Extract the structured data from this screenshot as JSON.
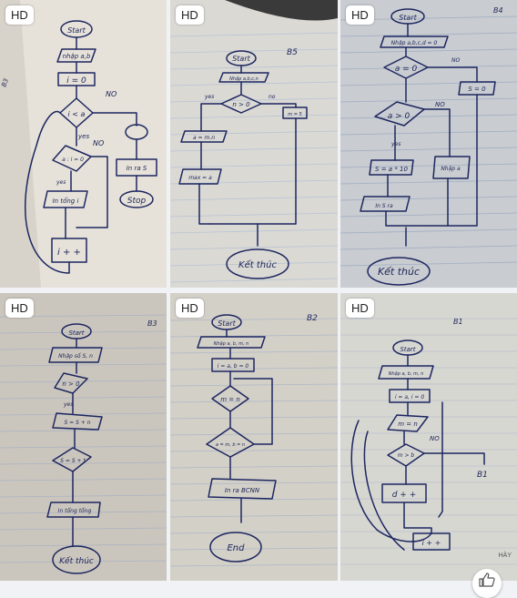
{
  "badge_label": "HD",
  "tiles": [
    {
      "badge": "HD",
      "texts": {
        "start": "Start",
        "input": "nhập a,b",
        "init": "i = 0",
        "cond": "i < a",
        "no": "NO",
        "yes": "yes",
        "check": "a : i = 0",
        "no2": "NO",
        "yes2": "yes",
        "out": "In tổng i",
        "out_right": "In ra S",
        "stop": "Stop",
        "inc": "i + +",
        "margin_code": "B3"
      }
    },
    {
      "badge": "HD",
      "texts": {
        "tag": "B5",
        "start": "Start",
        "input": "Nhập a,b,c,n",
        "cond": "n > 0",
        "yes": "yes",
        "no": "no",
        "assign1": "a = m.n",
        "assign_right": "m = 5",
        "assign2": "max = a",
        "end": "Kết thúc"
      }
    },
    {
      "badge": "HD",
      "texts": {
        "tag": "B4",
        "start": "Start",
        "input": "Nhập a,b,c,d = 0",
        "cond1": "a = 0",
        "no_right": "NO",
        "assign_right": "S = 0",
        "cond2": "a > 0",
        "no": "NO",
        "yes": "yes",
        "assign_left": "S = a * 10",
        "out_right": "Nhập a",
        "out": "In S ra",
        "end": "Kết thúc"
      }
    },
    {
      "badge": "HD",
      "texts": {
        "tag": "B3",
        "start": "Start",
        "input": "Nhập số S, n",
        "cond": "n > 0",
        "yes": "yes",
        "assign": "S = S + n",
        "sum": "S = S + t",
        "out": "In tổng tổng",
        "end": "Kết thúc"
      }
    },
    {
      "badge": "HD",
      "texts": {
        "tag": "B2",
        "start": "Start",
        "input": "Nhập a, b, m, n",
        "init": "i = a, b = 0",
        "assign": "m = n",
        "cond": "a = m, b = n",
        "out": "In ra BCNN",
        "end": "End"
      }
    },
    {
      "badge": "HD",
      "texts": {
        "tag": "B1",
        "start": "Start",
        "input": "Nhập a, b, m, n",
        "init": "i = a, i = 0",
        "cond1": "m = n",
        "cond2": "m > b",
        "no": "NO",
        "exit_label": "B1",
        "step": "d + +",
        "inc": "i + +",
        "corner": "HÀY"
      }
    }
  ]
}
